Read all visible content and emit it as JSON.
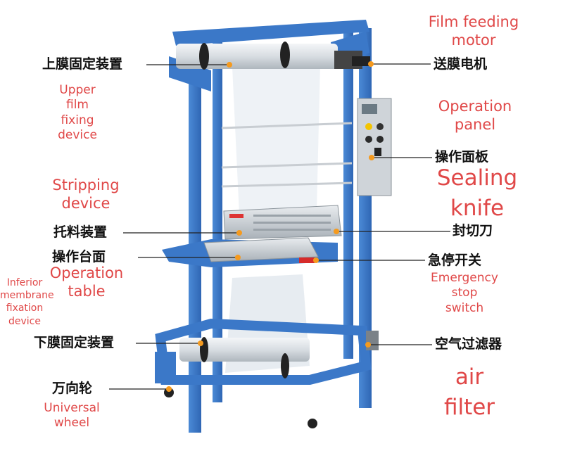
{
  "labels_cn": {
    "upper_film": "上膜固定装置",
    "film_motor": "送膜电机",
    "operation_panel": "操作面板",
    "stripping": "托料装置",
    "sealing_knife": "封切刀",
    "operation_table": "操作台面",
    "emergency_stop": "急停开关",
    "lower_film": "下膜固定装置",
    "air_filter": "空气过滤器",
    "wheel": "万向轮"
  },
  "labels_en": {
    "film_motor": [
      "Film feeding",
      "motor"
    ],
    "upper_film": [
      "Upper",
      "film",
      "fixing",
      "device"
    ],
    "operation_panel": [
      "Operation",
      "panel"
    ],
    "sealing_knife": [
      "Sealing",
      "knife"
    ],
    "stripping": [
      "Stripping",
      "device"
    ],
    "operation_table": [
      "Operation",
      "table"
    ],
    "lower_film": [
      "Inferior",
      "membrane",
      "fixation",
      "device"
    ],
    "emergency_stop": [
      "Emergency",
      "stop",
      "switch"
    ],
    "air_filter": [
      "air",
      "filter"
    ],
    "wheel": [
      "Universal",
      "wheel"
    ]
  },
  "colors": {
    "frame": "#3b78c8",
    "frame_dark": "#2a5aa0",
    "callout_dot": "#f59a1e",
    "english_label": "#e04848",
    "leader_line": "#222222"
  }
}
